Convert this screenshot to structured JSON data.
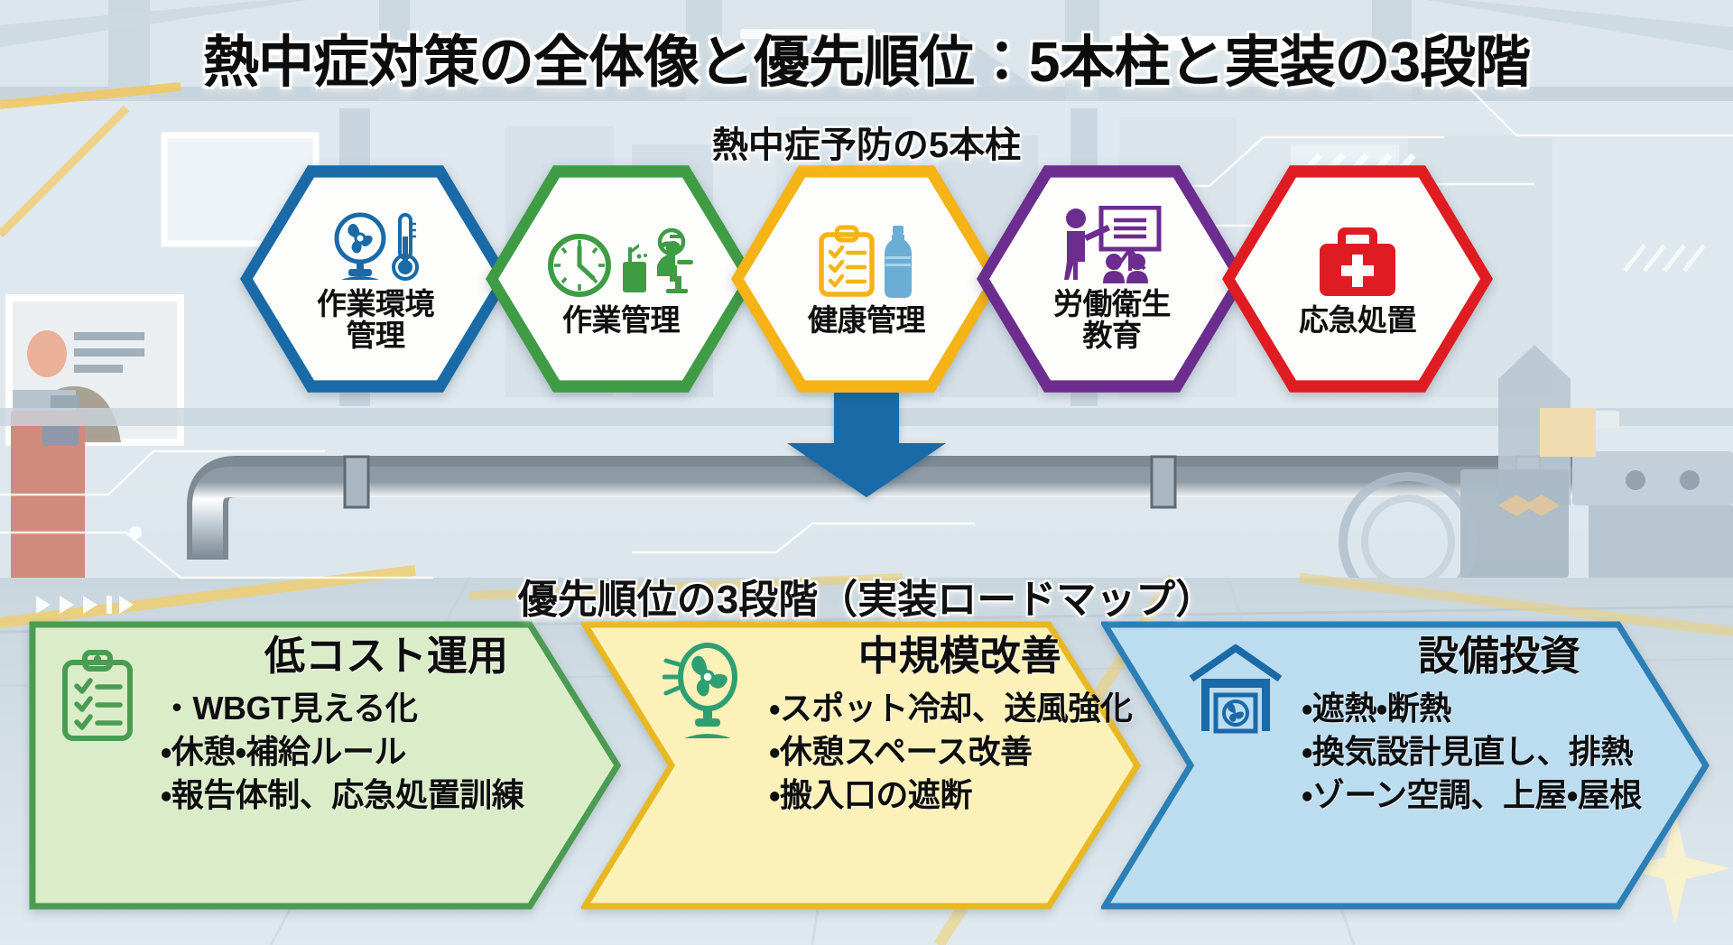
{
  "title": "熱中症対策の全体像と優先順位：5本柱と実装の3段階",
  "sections": {
    "pillars_heading": "熱中症予防の5本柱",
    "roadmap_heading": "優先順位の3段階（実装ロードマップ）"
  },
  "colors": {
    "pillar_blue": "#1a6aa8",
    "pillar_green": "#3f9c45",
    "pillar_amber": "#f5b316",
    "pillar_purple": "#6c2d8e",
    "pillar_red": "#e01c23",
    "arrow_blue": "#1a6aa8",
    "panel_green_fill": "#dbedc8",
    "panel_green_border": "#4b9b52",
    "panel_yellow_fill": "#fcf1b8",
    "panel_yellow_border": "#e8b823",
    "panel_blue_fill": "#bcdcf0",
    "panel_blue_border": "#2c7fb5"
  },
  "pillars": [
    {
      "label": "作業環境\n管理",
      "icons": [
        "electric-fan-icon",
        "thermometer-icon"
      ],
      "color": "#1a6aa8"
    },
    {
      "label": "作業管理",
      "icons": [
        "clock-icon",
        "drink-cup-icon",
        "resting-worker-icon"
      ],
      "color": "#3f9c45"
    },
    {
      "label": "健康管理",
      "icons": [
        "checklist-clipboard-icon",
        "water-bottle-icon"
      ],
      "color": "#f5b316"
    },
    {
      "label": "労働衛生\n教育",
      "icons": [
        "instructor-whiteboard-icon",
        "audience-icon"
      ],
      "color": "#6c2d8e"
    },
    {
      "label": "応急処置",
      "icons": [
        "first-aid-kit-icon"
      ],
      "color": "#e01c23"
    }
  ],
  "arrow": {
    "name": "down-arrow",
    "color": "#1a6aa8"
  },
  "roadmap": [
    {
      "title": "低コスト運用",
      "icon": "checklist-clipboard-icon",
      "items": [
        "WBGT見える化",
        "休憩・補給ルール",
        "報告体制、応急処置訓練"
      ],
      "fill": "#dbedc8",
      "border": "#4b9b52"
    },
    {
      "title": "中規模改善",
      "icon": "electric-fan-icon",
      "items": [
        "スポット冷却、送風強化",
        "休憩スペース改善",
        "搬入口の遮断"
      ],
      "fill": "#fcf1b8",
      "border": "#e8b823"
    },
    {
      "title": "設備投資",
      "icon": "factory-ventilation-icon",
      "items": [
        "遮熱・断熱",
        "換気設計見直し、排熱",
        "ゾーン空調、上屋・屋根"
      ],
      "fill": "#bcdcf0",
      "border": "#2c7fb5"
    }
  ]
}
